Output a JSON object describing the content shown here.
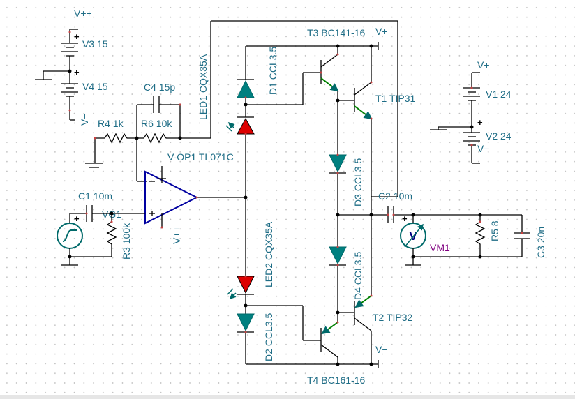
{
  "colors": {
    "wire": "#000000",
    "label": "#1f6d86",
    "component": "#006a6a",
    "led_red": "#dd0000",
    "meter_label": "#800080",
    "pin": "#c84040",
    "grid_dot": "#b9b9b9"
  },
  "labels": {
    "v3": "V3 15",
    "v4": "V4 15",
    "vpp_top": "V++",
    "vmm_left": "V−",
    "c4": "C4 15p",
    "r4": "R4 1k",
    "r6": "R6 10k",
    "led1": "LED1 CQX35A",
    "d1": "D1 CCL3.5",
    "t3": "T3 BC141-16",
    "vplus_t3": "V+",
    "t1": "T1 TIP31",
    "v1": "V1 24",
    "v2": "V2 24",
    "vplus_right": "V+",
    "vminus_right": "V−",
    "opamp": "V-OP1 TL071C",
    "opamp_vpp": "V++",
    "c1": "C1 10m",
    "vg1": "VG1",
    "r3": "R3 100k",
    "d3": "D3 CCL3.5",
    "c2": "C2 10m",
    "r5": "R5 8",
    "c3": "C3 20n",
    "vm1": "VM1",
    "meter_symbol": "V",
    "led2": "LED2 CQX35A",
    "d4": "D4 CCL3.5",
    "t2": "T2 TIP32",
    "d2": "D2 CCL3.5",
    "vminus_t4": "V−",
    "t4": "T4 BC161-16"
  },
  "polarity": {
    "plus": "+",
    "minus": "−"
  }
}
